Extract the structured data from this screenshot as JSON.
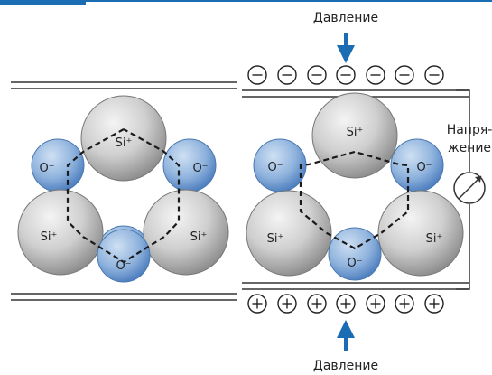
{
  "labels": {
    "pressure_top": "Давление",
    "pressure_bottom": "Давление",
    "voltage_line1": "Напря-",
    "voltage_line2": "жение"
  },
  "atoms": {
    "si": "Si⁺",
    "o": "O⁻"
  },
  "charges": {
    "minus": "−",
    "plus": "+"
  },
  "colors": {
    "accent_blue": "#1a6db3",
    "si_fill": "#d0d0d0",
    "o_fill": "#7fa8d6"
  }
}
